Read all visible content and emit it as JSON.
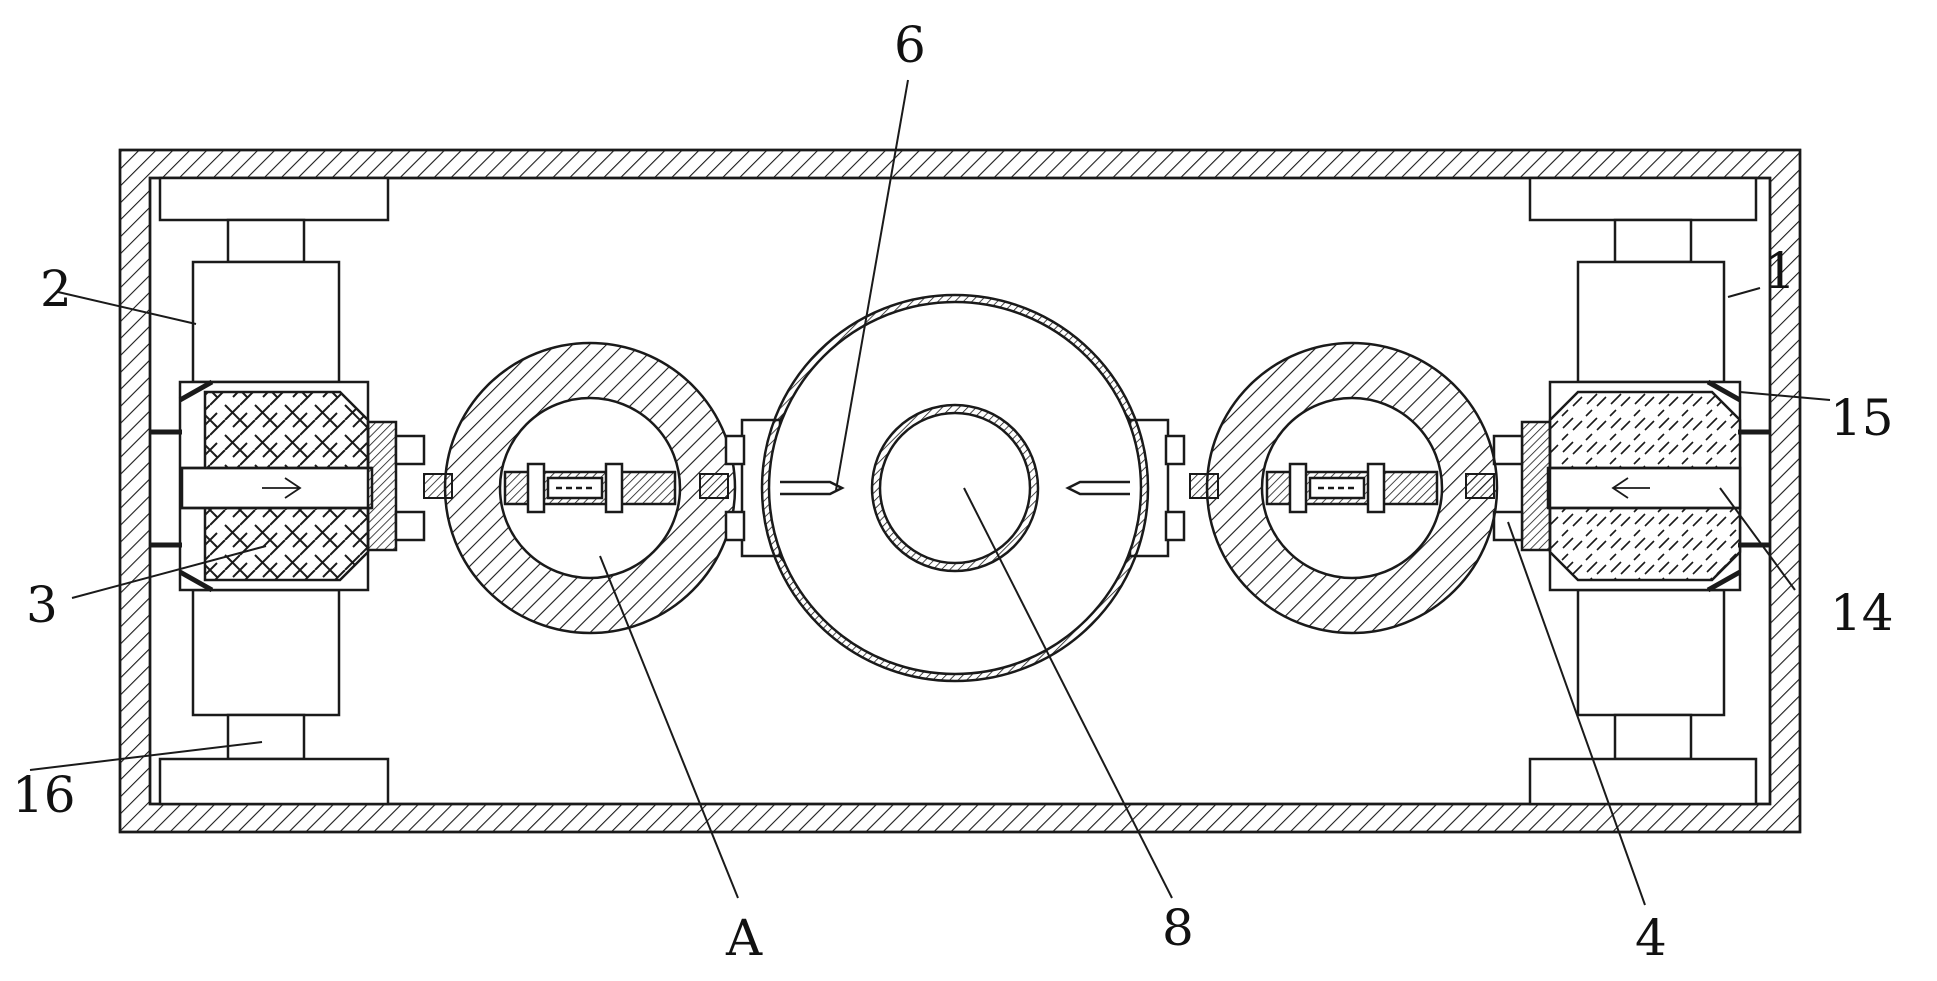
{
  "labels": {
    "l1": "1",
    "l2": "2",
    "l3": "3",
    "l4": "4",
    "l6": "6",
    "l8": "8",
    "l14": "14",
    "l15": "15",
    "l16": "16",
    "lA": "A"
  },
  "colors": {
    "stroke": "#1a1a1a",
    "background": "#ffffff"
  }
}
